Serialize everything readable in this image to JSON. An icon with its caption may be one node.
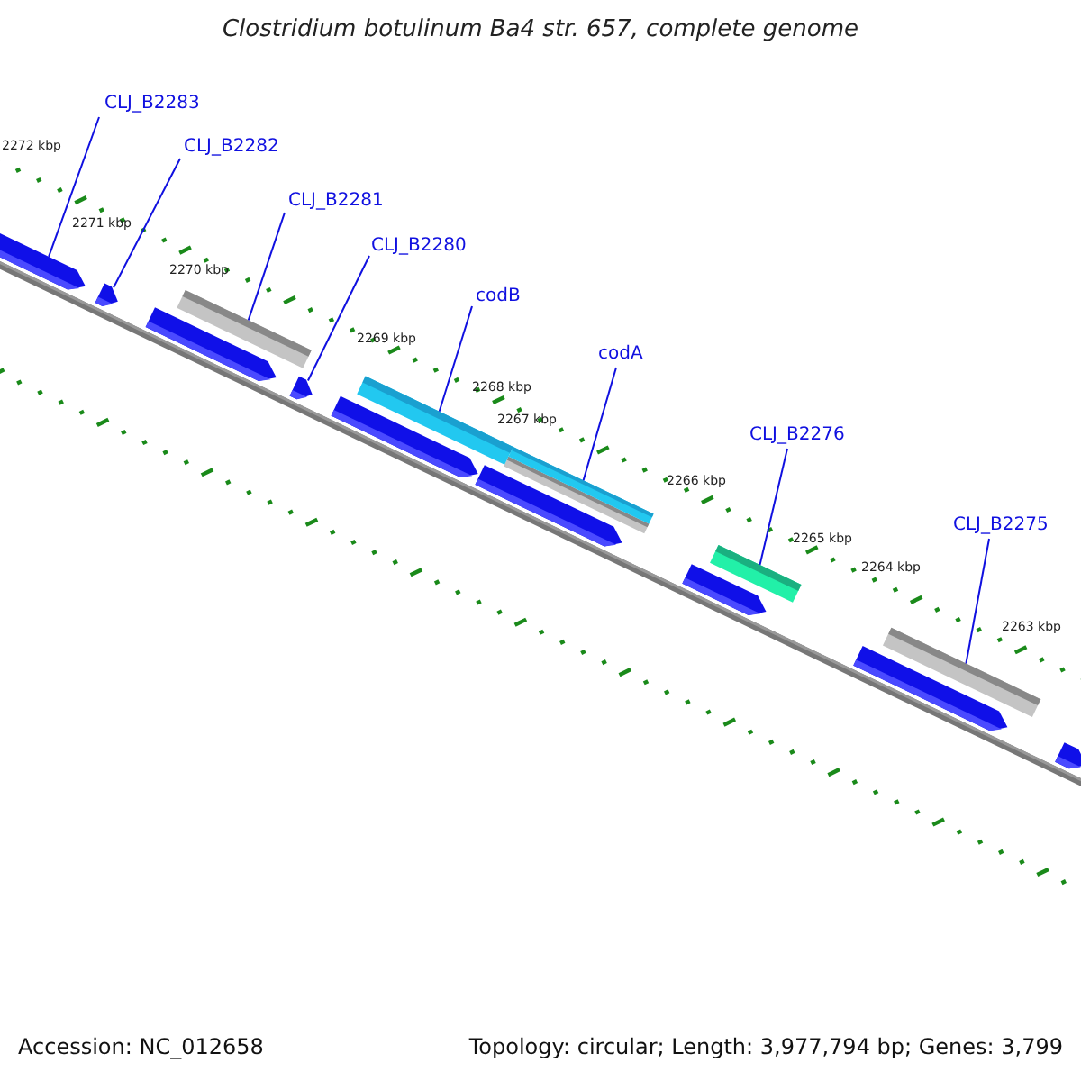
{
  "diagram": {
    "title": "Clostridium botulinum Ba4 str. 657, complete genome",
    "nodes": [
      {
        "text": [
          "CLJ_B2283"
        ]
      },
      {
        "text": [
          "CLJ_B2282"
        ]
      },
      {
        "text": [
          "CLJ_B2281"
        ]
      },
      {
        "text": [
          "CLJ_B2280"
        ]
      },
      {
        "text": [
          "codB"
        ]
      },
      {
        "text": [
          "codA"
        ]
      },
      {
        "text": [
          "CLJ_B2276"
        ]
      },
      {
        "text": [
          "CLJ_B2275"
        ]
      },
      {
        "text": [],
        "shape": "bar"
      },
      {
        "text": [],
        "shape": "bar"
      },
      {
        "text": [],
        "shape": "bar"
      },
      {
        "text": [],
        "shape": "bar"
      },
      {
        "text": [],
        "shape": "bar"
      },
      {
        "text": [],
        "shape": "bar"
      },
      {
        "text": [],
        "shape": "bar"
      },
      {
        "text": [],
        "shape": "bar"
      }
    ],
    "edges": [
      {
        "from": 0,
        "to": 8,
        "arrow": "none"
      },
      {
        "from": 1,
        "to": 9,
        "arrow": "none"
      },
      {
        "from": 2,
        "to": 10,
        "arrow": "none"
      },
      {
        "from": 3,
        "to": 11,
        "arrow": "none"
      },
      {
        "from": 4,
        "to": 12,
        "arrow": "none"
      },
      {
        "from": 5,
        "to": 13,
        "arrow": "none"
      },
      {
        "from": 6,
        "to": 14,
        "arrow": "none"
      },
      {
        "from": 7,
        "to": 15,
        "arrow": "none"
      }
    ],
    "labels": [
      "2272 kbp",
      "2271 kbp",
      "2270 kbp",
      "2269 kbp",
      "2268 kbp",
      "2267 kbp",
      "2266 kbp",
      "2265 kbp",
      "2264 kbp",
      "2263 kbp",
      "Accession: NC_012658",
      "Topology: circular; Length: 3,977,794 bp; Genes: 3,799"
    ]
  }
}
